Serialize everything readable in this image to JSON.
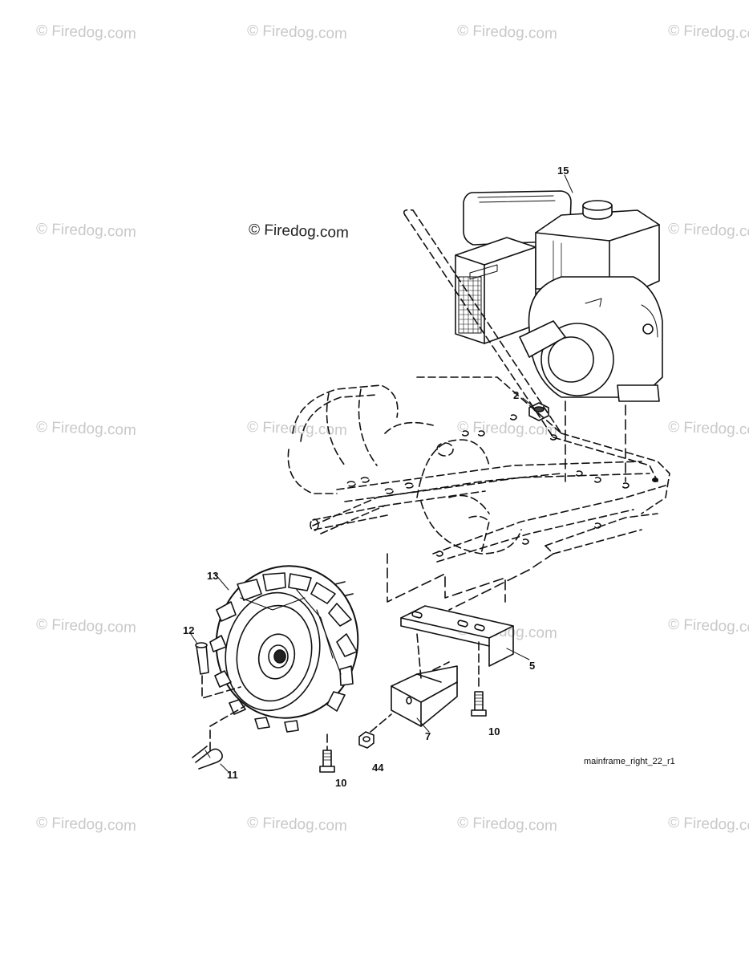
{
  "watermark": "© Firedog.com",
  "figure_id": "mainframe_right_22_r1",
  "callouts": {
    "c15": "15",
    "c2": "2",
    "c13": "13",
    "c12": "12",
    "c5": "5",
    "c7": "7",
    "c10a": "10",
    "c10b": "10",
    "c44": "44",
    "c11": "11"
  }
}
